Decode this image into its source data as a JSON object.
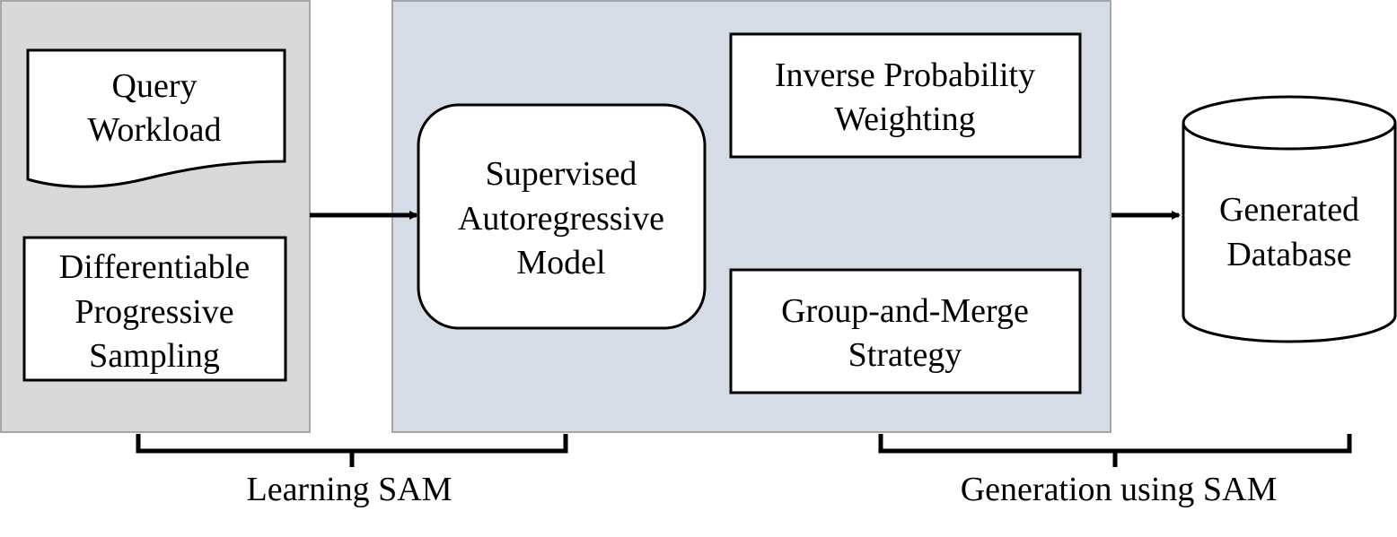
{
  "colors": {
    "left_panel": "#d9d9d9",
    "middle_panel": "#d6dce5",
    "panel_border": "#a6a6a6",
    "stroke": "#000000",
    "box_fill": "#ffffff"
  },
  "left_panel": {
    "query_workload": {
      "line1": "Query",
      "line2": "Workload"
    },
    "dps": {
      "line1": "Differentiable",
      "line2": "Progressive",
      "line3": "Sampling"
    }
  },
  "middle_panel": {
    "sam_model": {
      "line1": "Supervised",
      "line2": "Autoregressive",
      "line3": "Model"
    },
    "ipw": {
      "line1": "Inverse Probability",
      "line2": "Weighting"
    },
    "gms": {
      "line1": "Group-and-Merge",
      "line2": "Strategy"
    }
  },
  "database": {
    "line1": "Generated",
    "line2": "Database"
  },
  "brackets": {
    "learning": "Learning SAM",
    "generation": "Generation using SAM"
  }
}
